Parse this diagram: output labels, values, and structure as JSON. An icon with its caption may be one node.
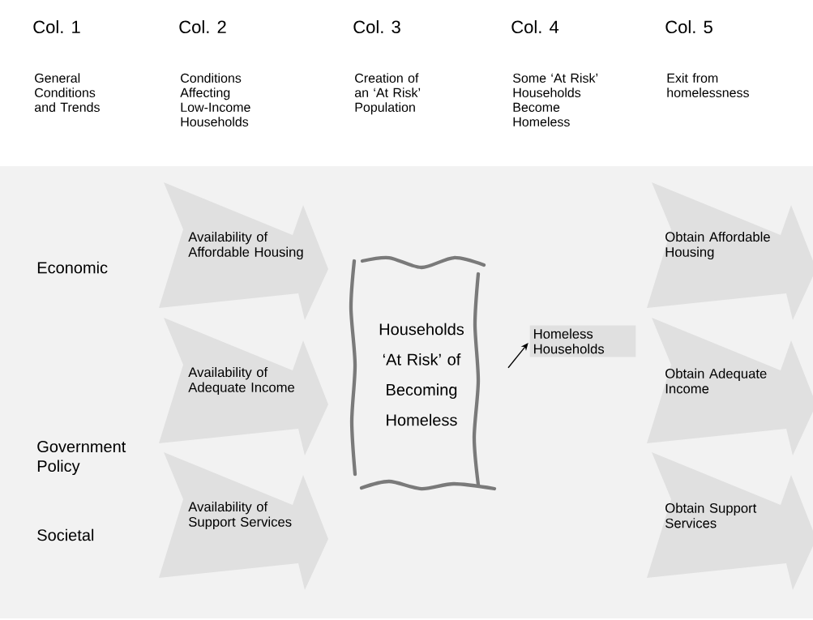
{
  "diagram": {
    "nodes": [
      {
        "text": [
          "Availability of Affordable Housing"
        ]
      },
      {
        "text": [
          "Households ‘At Risk’ of Becoming Homeless"
        ]
      },
      {
        "text": [
          "Homeless Households"
        ]
      },
      {
        "text": [
          "Obtain Affordable Housing"
        ]
      },
      {
        "text": [
          "Availability of Adequate Income"
        ]
      },
      {
        "text": [
          "Obtain Adequate Income"
        ]
      },
      {
        "text": [
          "Availability of Support Services"
        ]
      },
      {
        "text": [
          "Obtain Support Services"
        ]
      }
    ],
    "edges": [
      {
        "from": 1,
        "to": 2,
        "arrow": "to"
      }
    ],
    "labels": [
      "Col. 1",
      "Col. 2",
      "Col. 3",
      "Col. 4",
      "Col. 5",
      "General Conditions and Trends",
      "Conditions Affecting Low-Income Households",
      "Creation of an ‘At Risk’ Population",
      "Some ‘At Risk’ Households Become Homeless",
      "Exit from homelessness",
      "Economic",
      "Government Policy",
      "Societal"
    ]
  }
}
